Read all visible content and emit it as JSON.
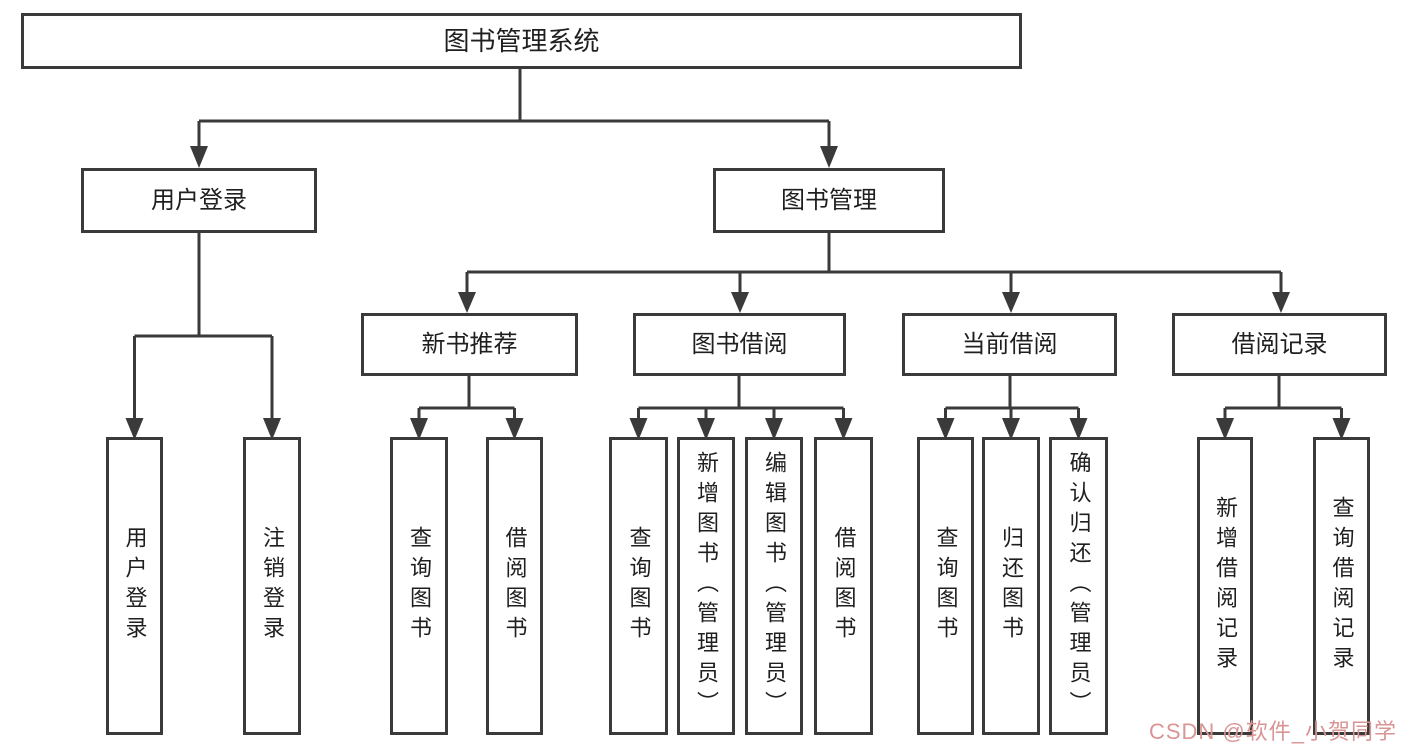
{
  "diagram_type": "hierarchy-tree",
  "tree": {
    "label": "图书管理系统",
    "children": [
      {
        "label": "用户登录",
        "children": [
          {
            "label": "用户登录"
          },
          {
            "label": "注销登录"
          }
        ]
      },
      {
        "label": "图书管理",
        "children": [
          {
            "label": "新书推荐",
            "children": [
              {
                "label": "查询图书"
              },
              {
                "label": "借阅图书"
              }
            ]
          },
          {
            "label": "图书借阅",
            "children": [
              {
                "label": "查询图书"
              },
              {
                "label": "新增图书（管理员）"
              },
              {
                "label": "编辑图书（管理员）"
              },
              {
                "label": "借阅图书"
              }
            ]
          },
          {
            "label": "当前借阅",
            "children": [
              {
                "label": "查询图书"
              },
              {
                "label": "归还图书"
              },
              {
                "label": "确认归还（管理员）"
              }
            ]
          },
          {
            "label": "借阅记录",
            "children": [
              {
                "label": "新增借阅记录"
              },
              {
                "label": "查询借阅记录"
              }
            ]
          }
        ]
      }
    ]
  },
  "watermark": {
    "text": "CSDN @软件_小贺同学"
  },
  "colors": {
    "line": "#3a3a3a",
    "text": "#1f1f1f",
    "watermark": "#d99595",
    "background": "#ffffff"
  }
}
